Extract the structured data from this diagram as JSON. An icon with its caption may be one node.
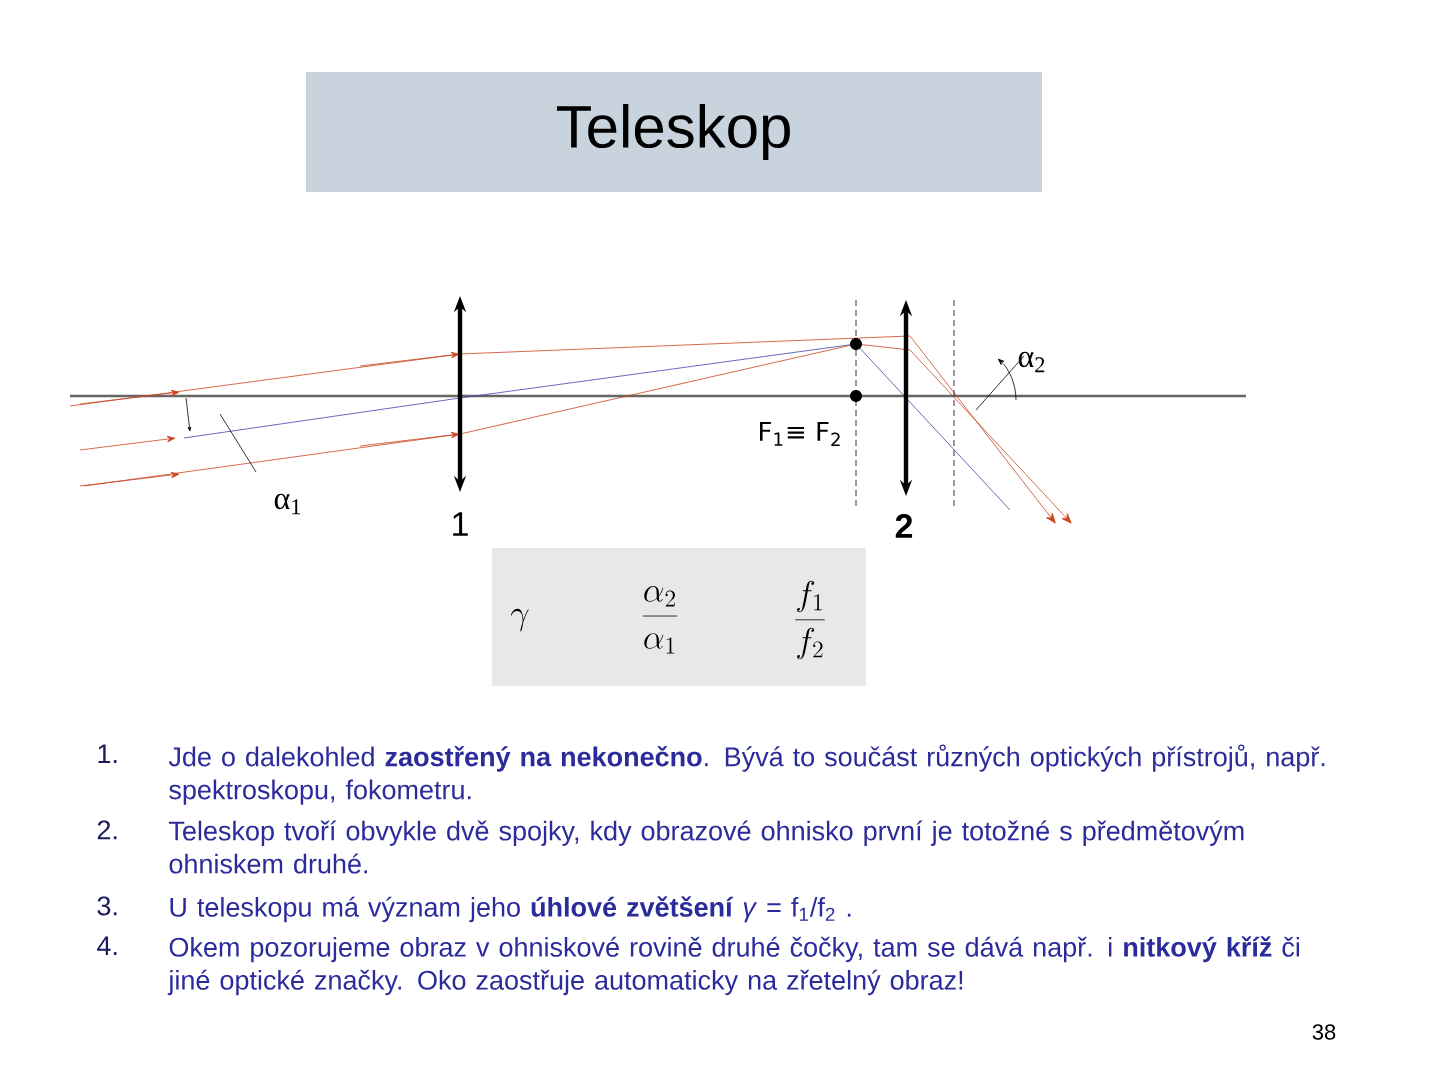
{
  "diagram": {
    "title": "Teleskop",
    "labels": [
      "α$_{1}$",
      "1",
      "α$_{2}$",
      "F$_{1}$≡ F$_{2}$",
      "2",
      "\\gamma",
      "\\frac{\\alpha_{2}}{\\alpha_{1}}",
      "\\frac{f_{1}}{f_{2}}",
      "1.",
      "Jde o dalekohled **zaostřený na nekonečno**. Bývá to součást různých optických přístrojů, např. spektroskopu, fokometru.",
      "2.",
      "Teleskop tvoří obvykle dvě spojky, kdy obrazové ohnisko první je totožné s předmětovým ohniskem druhé.",
      "3.",
      "U teleskopu má význam jeho **úhlové zvětšení** *γ* = f$_{1}$/f$_{2}$ .",
      "4.",
      "Okem pozorujeme obraz v ohniskové rovině druhé čočky, tam se dává např. i **nitkový kříž** či jiné optické značky. Oko zaostřuje automaticky na zřetelný obraz!",
      "38"
    ]
  }
}
